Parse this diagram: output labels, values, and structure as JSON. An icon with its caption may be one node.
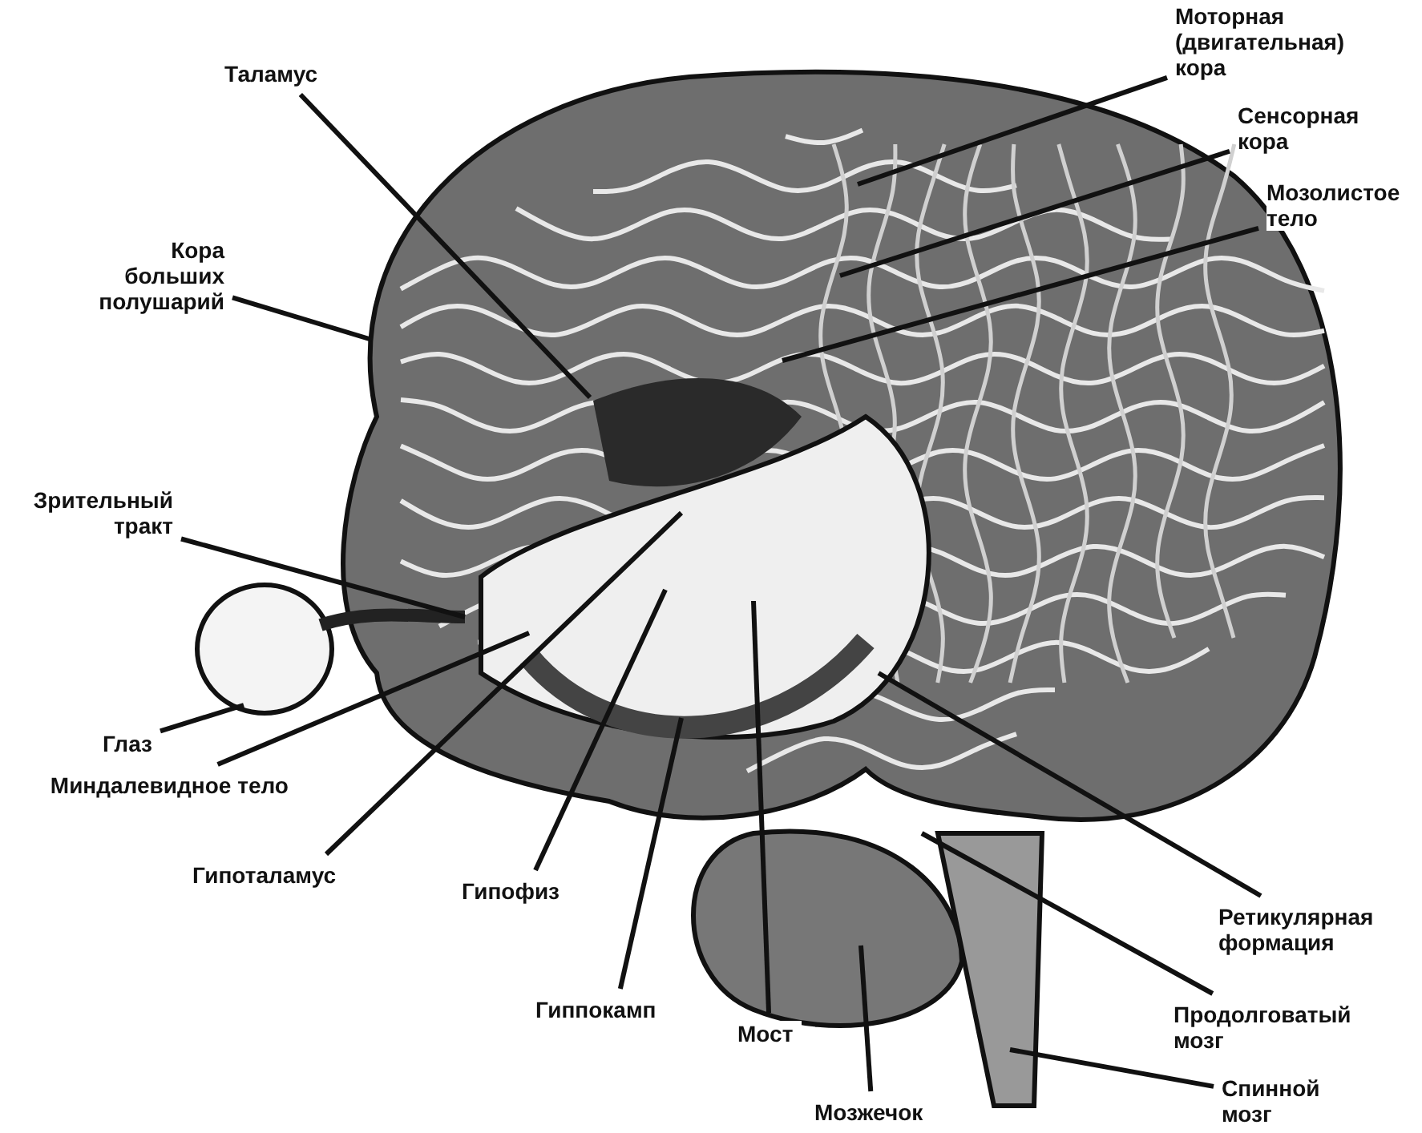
{
  "diagram": {
    "nodes": [
      {
        "text": [
          "Таламус"
        ]
      },
      {
        "text": [
          "Моторная (двигательная) кора"
        ]
      },
      {
        "text": [
          "Сенсорная кора"
        ]
      },
      {
        "text": [
          "Мозолистое тело"
        ]
      },
      {
        "text": [
          "Кора больших полушарий"
        ]
      },
      {
        "text": [
          "Зрительный тракт"
        ]
      },
      {
        "text": [
          "Глаз"
        ]
      },
      {
        "text": [
          "Миндалевидное тело"
        ]
      },
      {
        "text": [
          "Гипоталамус"
        ]
      },
      {
        "text": [
          "Гипофиз"
        ]
      },
      {
        "text": [
          "Гиппокамп"
        ]
      },
      {
        "text": [
          "Мост"
        ]
      },
      {
        "text": [
          "Мозжечок"
        ]
      },
      {
        "text": [
          "Ретикулярная формация"
        ]
      },
      {
        "text": [
          "Продолговатый мозг"
        ]
      },
      {
        "text": [
          "Спинной мозг"
        ]
      }
    ],
    "edges": [
      {
        "from": 0,
        "to": null,
        "arrow": "none"
      },
      {
        "from": 1,
        "to": null,
        "arrow": "none"
      },
      {
        "from": 2,
        "to": null,
        "arrow": "none"
      },
      {
        "from": 3,
        "to": null,
        "arrow": "none"
      },
      {
        "from": 4,
        "to": null,
        "arrow": "none"
      },
      {
        "from": 5,
        "to": null,
        "arrow": "none"
      },
      {
        "from": 6,
        "to": null,
        "arrow": "none"
      },
      {
        "from": 7,
        "to": null,
        "arrow": "none"
      },
      {
        "from": 8,
        "to": null,
        "arrow": "none"
      },
      {
        "from": 9,
        "to": null,
        "arrow": "none"
      },
      {
        "from": 10,
        "to": null,
        "arrow": "none"
      },
      {
        "from": 11,
        "to": null,
        "arrow": "none"
      },
      {
        "from": 12,
        "to": null,
        "arrow": "none"
      },
      {
        "from": 13,
        "to": null,
        "arrow": "none"
      },
      {
        "from": 14,
        "to": null,
        "arrow": "none"
      },
      {
        "from": 15,
        "to": null,
        "arrow": "none"
      }
    ]
  }
}
